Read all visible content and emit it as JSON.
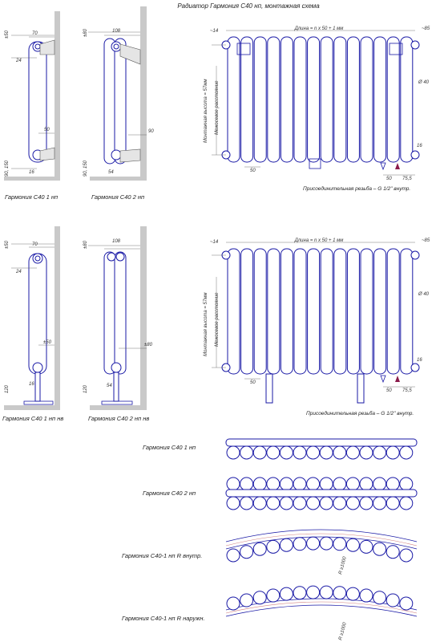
{
  "title": "Радиатор Гармония С40 нп, монтажная схема",
  "side_views": [
    {
      "caption": "Гармония С40 1 нп",
      "dims": [
        "±50",
        "70",
        "24",
        "50",
        "16",
        "90, 150"
      ]
    },
    {
      "caption": "Гармония С40 2 нп",
      "dims": [
        "±80",
        "108",
        "90",
        "54",
        "90, 150"
      ]
    },
    {
      "caption": "Гармония С40 1 нп нв",
      "dims": [
        "±50",
        "70",
        "24",
        "±50",
        "16",
        "120"
      ]
    },
    {
      "caption": "Гармония С40 2 нп нв",
      "dims": [
        "±80",
        "108",
        "±80",
        "54",
        "120"
      ]
    }
  ],
  "front_top": {
    "dims": {
      "left_offset": "~14",
      "length": "Длина = n x 50 + 1 мм",
      "right_offset": "~85",
      "center_distance": "Межосевое расстояние",
      "height": "Монтажная высота = 57мм",
      "diameter": "Ø 40",
      "d16": "16",
      "d50a": "50",
      "d50b": "50",
      "d75": "75,5"
    },
    "thread_note": "Присоединительная резьба – G 1/2\" внутр."
  },
  "front_bottom": {
    "dims": {
      "left_offset": "~14",
      "length": "Длина = n x 50 + 1 мм",
      "right_offset": "~85",
      "center_distance": "Межосевое расстояние",
      "height": "Монтажная высота = 57мм",
      "diameter": "Ø 40",
      "d16": "16",
      "d50a": "50",
      "d50b": "50",
      "d75": "75,5"
    },
    "thread_note": "Присоединительная резьба – G 1/2\" внутр."
  },
  "plan_views": [
    {
      "caption": "Гармония С40 1 нп"
    },
    {
      "caption": "Гармония С40 2 нп"
    },
    {
      "caption": "Гармония  С40-1 нп R внутр.",
      "radius": "R ≥1000"
    },
    {
      "caption": "Гармония  С40-1 нп R наружн.",
      "radius": "R ≥1000"
    }
  ],
  "colors": {
    "outline": "#1a1aa6",
    "wall": "#c9c9c9",
    "marker": "#8a1a4a"
  }
}
